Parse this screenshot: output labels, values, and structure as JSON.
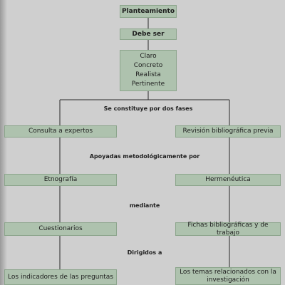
{
  "nodes": {
    "planteamiento": "Planteamiento",
    "debe_ser": "Debe ser",
    "qualities": [
      "Claro",
      "Concreto",
      "Realista",
      "Pertinente"
    ],
    "consulta": "Consulta a expertos",
    "revision": "Revisión bibliográfica previa",
    "etnografia": "Etnografía",
    "hermeneutica": "Hermenéutica",
    "cuestionarios": "Cuestionarios",
    "fichas": "Fichas bibliográficas y de trabajo",
    "indicadores": "Los indicadores de las preguntas",
    "temas": "Los temas relacionados con la investigación"
  },
  "connectors": {
    "fases": "Se constituye por dos fases",
    "apoyadas": "Apoyadas metodológicamente por",
    "mediante": "mediante",
    "dirigidos": "Dirigidos a"
  },
  "colors": {
    "box_fill": "#aec2ae",
    "box_border": "#8ca58c",
    "line": "#2a2a2a",
    "background": "#cfcfcf"
  }
}
